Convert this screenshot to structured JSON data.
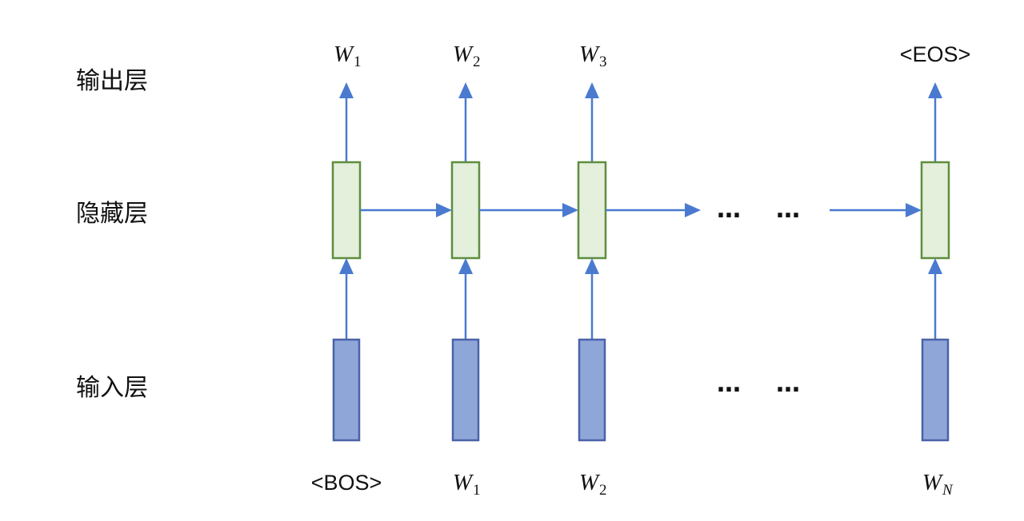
{
  "layers": {
    "output": "输出层",
    "hidden": "隐藏层",
    "input": "输入层"
  },
  "ellipsis": "…",
  "colors": {
    "arrow": "#4a7ad0",
    "hidden_fill": "#e4efdc",
    "hidden_stroke": "#5e8e3e",
    "input_fill": "#8fa6d8",
    "input_stroke": "#4a62a8"
  },
  "columns": [
    {
      "output": {
        "base": "W",
        "sub": "1"
      },
      "input": {
        "text": "<BOS>"
      }
    },
    {
      "output": {
        "base": "W",
        "sub": "2"
      },
      "input": {
        "base": "W",
        "sub": "1"
      }
    },
    {
      "output": {
        "base": "W",
        "sub": "3"
      },
      "input": {
        "base": "W",
        "sub": "2"
      }
    },
    {
      "output": {
        "text": "<EOS>"
      },
      "input": {
        "base": "W",
        "sub": "N"
      }
    }
  ]
}
